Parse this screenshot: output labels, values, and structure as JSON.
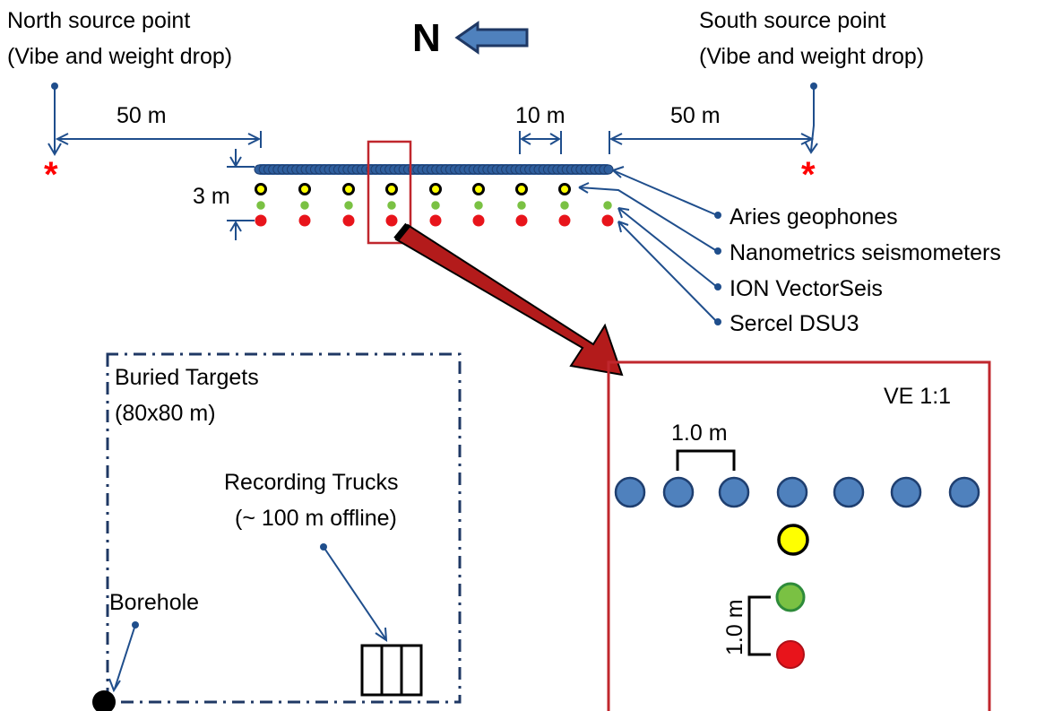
{
  "title_north": {
    "line1": "North source point",
    "line2": "(Vibe and weight drop)"
  },
  "title_south": {
    "line1": "South source point",
    "line2": "(Vibe and weight drop)"
  },
  "compass": {
    "letter": "N"
  },
  "dimensions": {
    "left_gap": "50 m",
    "right_gap": "50 m",
    "spacing": "10 m",
    "vertical": "3 m",
    "inset_horizontal": "1.0 m",
    "inset_vertical": "1.0 m"
  },
  "legend": {
    "items": [
      {
        "label": "Aries geophones"
      },
      {
        "label": "Nanometrics seismometers"
      },
      {
        "label": "ION VectorSeis"
      },
      {
        "label": "Sercel DSU3"
      }
    ]
  },
  "source_marker": "*",
  "buried_targets": {
    "line1": "Buried Targets",
    "line2": "(80x80 m)"
  },
  "recording_trucks": {
    "line1": "Recording Trucks",
    "line2": "(~ 100 m offline)"
  },
  "borehole": {
    "label": "Borehole"
  },
  "inset": {
    "ve_label": "VE 1:1"
  },
  "colors": {
    "line_blue": "#1f4e8c",
    "geophone_fill": "#4f81bd",
    "source_red": "#ff0000",
    "box_red": "#c0272d",
    "arrow_red": "#b31b1b",
    "yellow": "#ffff00",
    "green": "#7ac143",
    "red_dot": "#e8141b"
  }
}
